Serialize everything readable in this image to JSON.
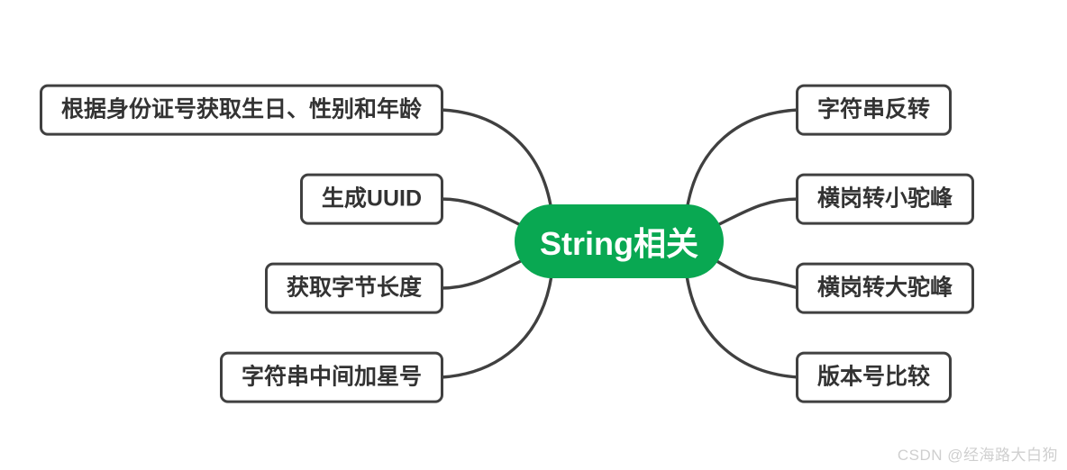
{
  "root": {
    "label": "String相关"
  },
  "branches": {
    "left": [
      {
        "label": "根据身份证号获取生日、性别和年龄"
      },
      {
        "label": "生成UUID"
      },
      {
        "label": "获取字节长度"
      },
      {
        "label": "字符串中间加星号"
      }
    ],
    "right": [
      {
        "label": "字符串反转"
      },
      {
        "label": "横岗转小驼峰"
      },
      {
        "label": "横岗转大驼峰"
      },
      {
        "label": "版本号比较"
      }
    ]
  },
  "colors": {
    "root_background": "#09a852",
    "root_text": "#ffffff",
    "node_border": "#404040",
    "node_text": "#333333",
    "connector": "#404040",
    "canvas_background": "#ffffff",
    "watermark_text_color": "#cfcfcf"
  },
  "watermark": {
    "text": "CSDN @经海路大白狗"
  }
}
